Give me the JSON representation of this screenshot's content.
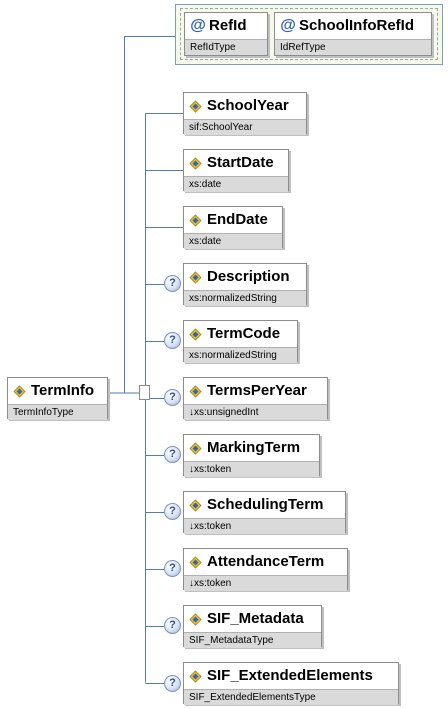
{
  "attributes": [
    {
      "name": "RefId",
      "type": "RefIdType"
    },
    {
      "name": "SchoolInfoRefId",
      "type": "IdRefType"
    }
  ],
  "root": {
    "name": "TermInfo",
    "type": "TermInfoType"
  },
  "optional_marker": "?",
  "elements": [
    {
      "name": "SchoolYear",
      "type": "sif:SchoolYear",
      "optional": false
    },
    {
      "name": "StartDate",
      "type": "xs:date",
      "optional": false
    },
    {
      "name": "EndDate",
      "type": "xs:date",
      "optional": false
    },
    {
      "name": "Description",
      "type": "xs:normalizedString",
      "optional": true
    },
    {
      "name": "TermCode",
      "type": "xs:normalizedString",
      "optional": true
    },
    {
      "name": "TermsPerYear",
      "type": "↓xs:unsignedInt",
      "optional": true
    },
    {
      "name": "MarkingTerm",
      "type": "↓xs:token",
      "optional": true
    },
    {
      "name": "SchedulingTerm",
      "type": "↓xs:token",
      "optional": true
    },
    {
      "name": "AttendanceTerm",
      "type": "↓xs:token",
      "optional": true
    },
    {
      "name": "SIF_Metadata",
      "type": "SIF_MetadataType",
      "optional": true
    },
    {
      "name": "SIF_ExtendedElements",
      "type": "SIF_ExtendedElementsType",
      "optional": true
    }
  ],
  "colors": {
    "wire": "#4f7eb0",
    "attribute_panel": "#f4f9e9",
    "type_bar": "#dadada",
    "attribute_icon": "#2a5fb8"
  },
  "icons": {
    "element": "element-icon",
    "attribute": "attribute-icon",
    "optional": "optional-icon"
  }
}
